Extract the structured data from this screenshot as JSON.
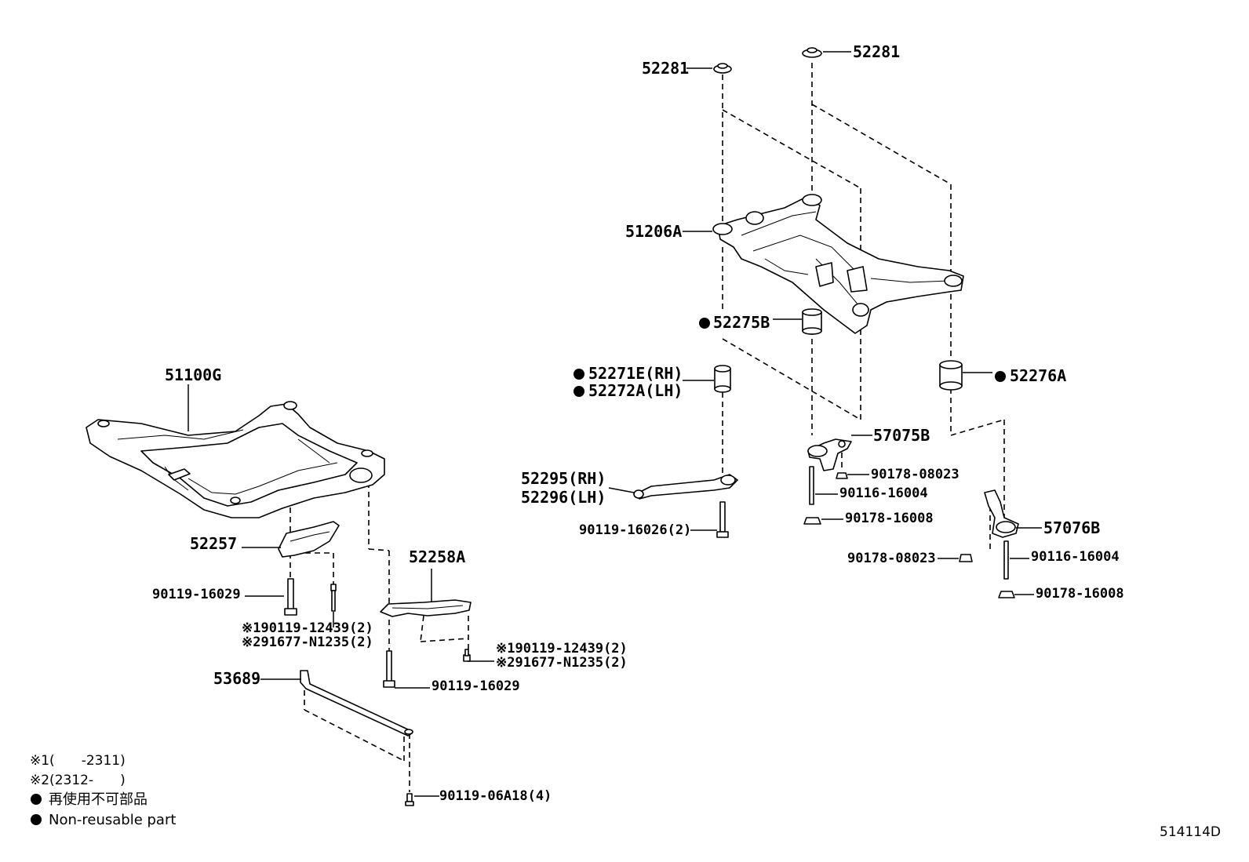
{
  "labels": {
    "p52281_a": "52281",
    "p52281_b": "52281",
    "p51206A": "51206A",
    "p52275B": "52275B",
    "p52271E": "52271E(RH)",
    "p52272A": "52272A(LH)",
    "p52276A": "52276A",
    "p57075B": "57075B",
    "p52295": "52295(RH)",
    "p52296": "52296(LH)",
    "p90178_08023_a": "90178-08023",
    "p90116_16004_a": "90116-16004",
    "p90178_16008_a": "90178-16008",
    "p57076B": "57076B",
    "p90119_16026": "90119-16026(2)",
    "p90178_08023_b": "90178-08023",
    "p90116_16004_b": "90116-16004",
    "p90178_16008_b": "90178-16008",
    "p51100G": "51100G",
    "p52257": "52257",
    "p52258A": "52258A",
    "p90119_16029_a": "90119-16029",
    "p90119_12439_a": "※190119-12439(2)",
    "p91677_N1235_a": "※291677-N1235(2)",
    "p90119_12439_b": "※190119-12439(2)",
    "p91677_N1235_b": "※291677-N1235(2)",
    "p90119_16029_b": "90119-16029",
    "p53689": "53689",
    "p90119_06A18": "90119-06A18(4)"
  },
  "legend": {
    "note1": "※1(　　-2311)",
    "note2": "※2(2312-　　)",
    "nonreusable_jp": "再使用不可部品",
    "nonreusable_en": "Non-reusable part"
  },
  "diagram_id": "514114D"
}
